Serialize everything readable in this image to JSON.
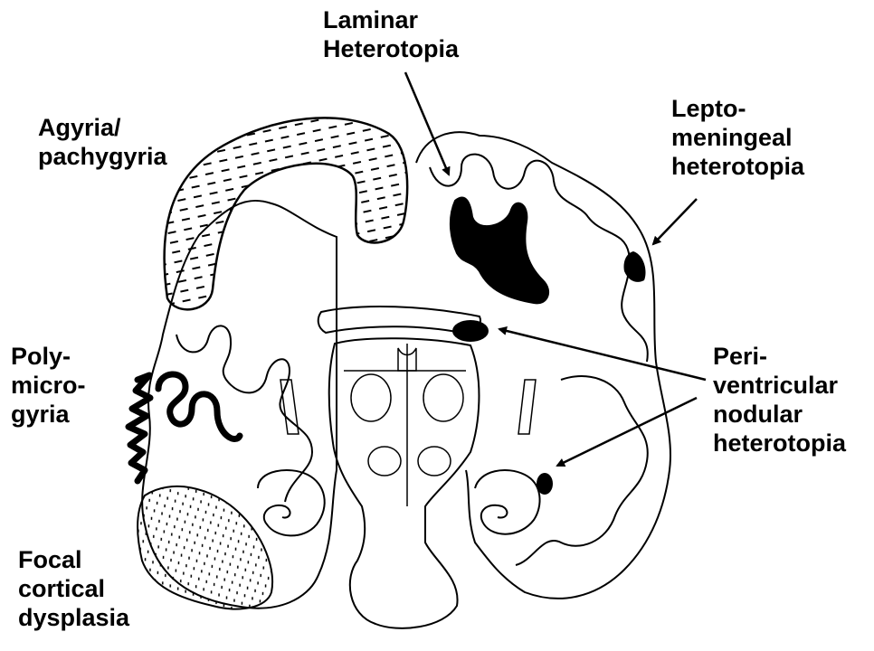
{
  "labels": {
    "laminar": [
      "Laminar",
      "Heterotopia"
    ],
    "agyria": [
      "Agyria/",
      "pachygyria"
    ],
    "lepto": [
      "Lepto-",
      "meningeal",
      "heterotopia"
    ],
    "poly": [
      "Poly-",
      "micro-",
      "gyria"
    ],
    "peri": [
      "Peri-",
      "ventricular",
      "nodular",
      "heterotopia"
    ],
    "focal": [
      "Focal",
      "cortical",
      "dysplasia"
    ]
  },
  "colors": {
    "ink": "#000000",
    "background": "#ffffff"
  }
}
